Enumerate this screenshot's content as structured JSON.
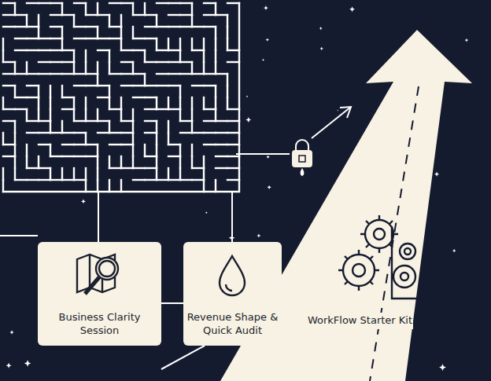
{
  "diagram": {
    "nodes": [
      {
        "text": [
          "Business Clarity Session"
        ]
      },
      {
        "text": [
          "Revenue Shape & Quick Audit"
        ]
      },
      {
        "text": [
          "WorkFlow Starter Kit"
        ]
      }
    ],
    "edges": [
      {
        "from": 0,
        "to": 1,
        "arrow": "none"
      }
    ]
  }
}
